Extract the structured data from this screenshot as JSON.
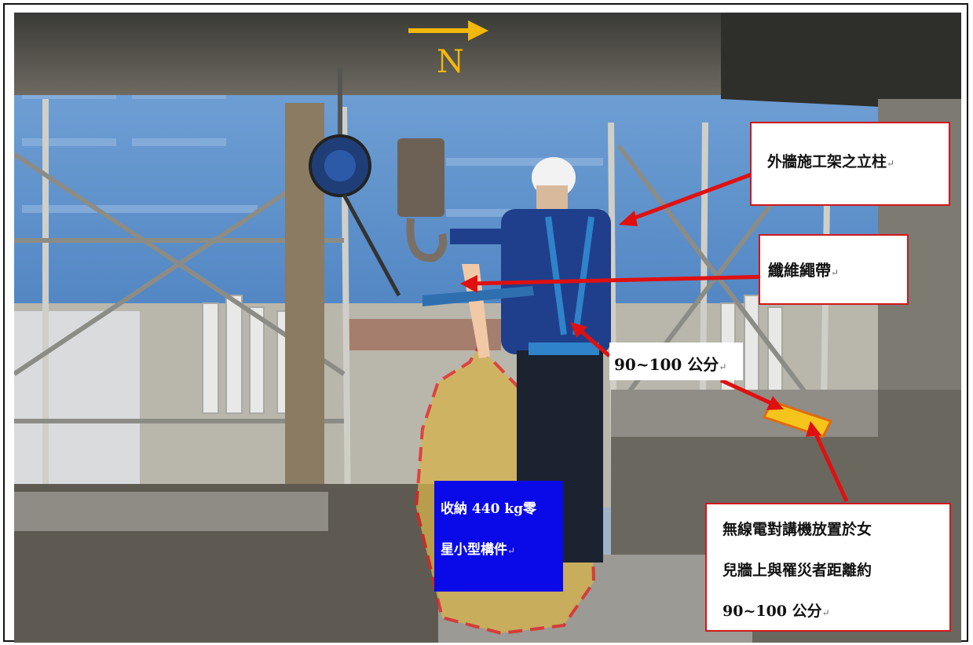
{
  "compass": {
    "label": "N"
  },
  "callouts": {
    "column": "外牆施工架之立柱",
    "rope": "纖維繩帶",
    "distance": "90~100 公分",
    "radio_line1": "無線電對講機放置於女",
    "radio_line2": "兒牆上與罹災者距離約",
    "radio_line3": "90~100 公分"
  },
  "storage": {
    "line1": "收納 440 kg零",
    "line2": "星小型構件"
  },
  "colors": {
    "callout_border": "#d01818",
    "arrow": "#e01010",
    "north_arrow": "#f2b80a",
    "storage_box": "#0a0ae8",
    "storage_area": "#d6b44a"
  },
  "icons": {
    "return_mark": "↵"
  }
}
